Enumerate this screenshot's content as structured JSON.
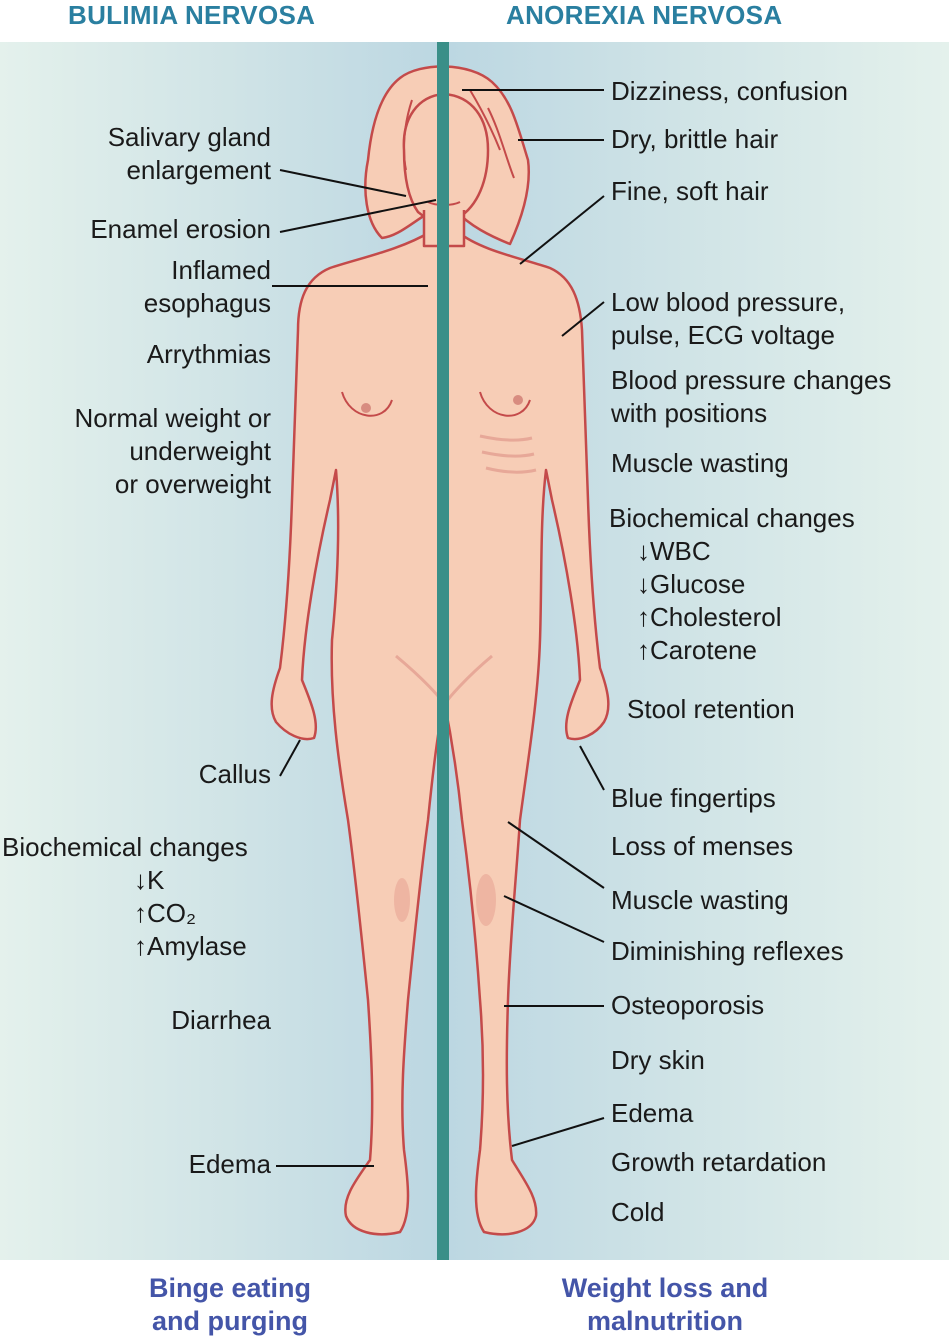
{
  "headers": {
    "left": "BULIMIA NERVOSA",
    "right": "ANOREXIA NERVOSA"
  },
  "footers": {
    "left": [
      "Binge eating",
      "and purging"
    ],
    "right": [
      "Weight loss and",
      "malnutrition"
    ]
  },
  "left_labels": {
    "salivary": [
      "Salivary gland",
      "enlargement"
    ],
    "enamel": "Enamel erosion",
    "esophagus": [
      "Inflamed",
      "esophagus"
    ],
    "arrythmias": "Arrythmias",
    "weight": [
      "Normal weight or",
      "underweight",
      "or overweight"
    ],
    "callus": "Callus",
    "biochem": {
      "title": "Biochemical changes",
      "items": [
        "↓K",
        "↑CO₂",
        "↑Amylase"
      ]
    },
    "diarrhea": "Diarrhea",
    "edema": "Edema"
  },
  "right_labels": {
    "dizziness": "Dizziness, confusion",
    "dry_hair": "Dry, brittle hair",
    "fine_hair": "Fine, soft hair",
    "low_bp": [
      "Low blood pressure,",
      "pulse, ECG voltage"
    ],
    "bp_changes": [
      "Blood pressure changes",
      "with positions"
    ],
    "muscle_wasting_upper": "Muscle wasting",
    "biochem": {
      "title": "Biochemical changes",
      "items": [
        "↓WBC",
        "↓Glucose",
        "↑Cholesterol",
        "↑Carotene"
      ]
    },
    "stool": "Stool retention",
    "blue_fingertips": "Blue fingertips",
    "menses": "Loss of menses",
    "muscle_wasting_lower": "Muscle wasting",
    "reflexes": "Diminishing reflexes",
    "osteoporosis": "Osteoporosis",
    "dry_skin": "Dry skin",
    "edema": "Edema",
    "growth": "Growth retardation",
    "cold": "Cold"
  },
  "colors": {
    "skin": "#f7cdb6",
    "outline": "#c44a4a",
    "divider": "#3a8f88",
    "heading": "#2a7fa0",
    "footer": "#4455a8"
  }
}
